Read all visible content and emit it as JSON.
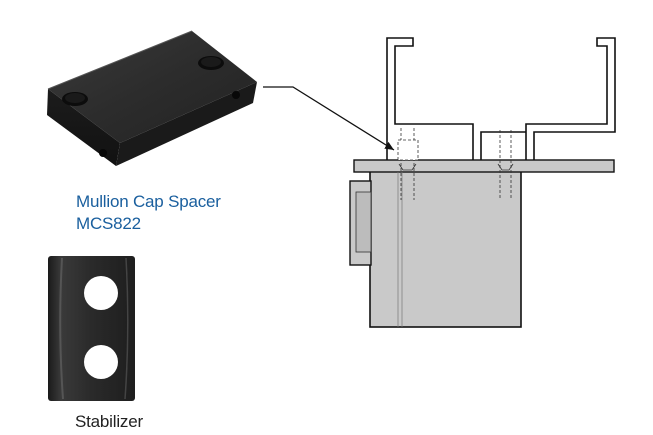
{
  "spacer_part": {
    "name_line1": "Mullion Cap Spacer",
    "name_line2": "MCS822"
  },
  "stabilizer_part": {
    "name": "Stabilizer"
  },
  "colors": {
    "caption_blue": "#1a5f9e",
    "stabilizer_caption": "#222222",
    "part_dark": "#2b2b2b",
    "housing_gray": "#c9c9c9",
    "line_black": "#111111"
  }
}
